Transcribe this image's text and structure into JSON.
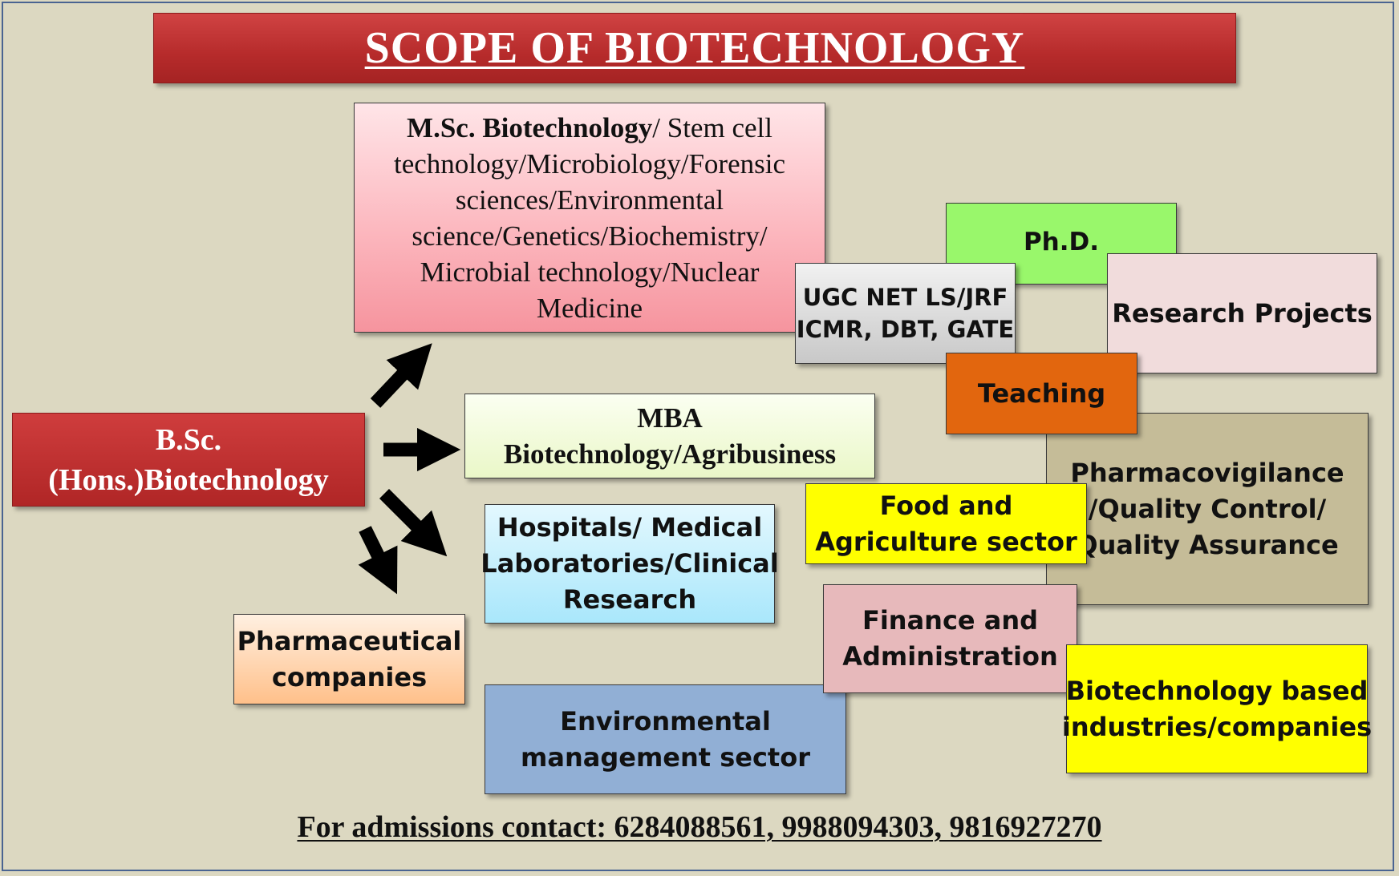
{
  "title": "SCOPE OF BIOTECHNOLOGY",
  "source_node": {
    "label": "B.Sc.\n(Hons.)Biotechnology"
  },
  "msc": {
    "bold": "M.Sc. Biotechnology",
    "rest": "/ Stem cell technology/Microbiology/Forensic sciences/Environmental science/Genetics/Biochemistry/ Microbial technology/Nuclear Medicine"
  },
  "mba": {
    "label": "MBA\nBiotechnology/Agribusiness"
  },
  "hospitals": {
    "label": "Hospitals/ Medical\nLaboratories/Clinical\nResearch"
  },
  "pharmaceutical": {
    "label": "Pharmaceutical\ncompanies"
  },
  "environmental": {
    "label": "Environmental\nmanagement sector"
  },
  "phd": {
    "label": "Ph.D."
  },
  "ugc": {
    "label": "UGC NET LS/JRF\nICMR, DBT, GATE"
  },
  "research": {
    "label": "Research Projects"
  },
  "teaching": {
    "label": "Teaching"
  },
  "pharmacovigilance": {
    "label": "Pharmacovigilance\n/Quality Control/\nQuality Assurance"
  },
  "food": {
    "label": "Food and\nAgriculture sector"
  },
  "finance": {
    "label": "Finance and\nAdministration"
  },
  "biotech_industries": {
    "label": "Biotechnology based\nindustries/companies"
  },
  "footer": {
    "contact": "For admissions contact:  6284088561, 9988094303, 9816927270"
  },
  "colors": {
    "title_red": "#b62b2b",
    "background": "#dcd8c1",
    "msc_pink": "#fcb8bf",
    "phd_green": "#99f76b",
    "teaching_orange": "#e2660e",
    "yellow": "#ffff00",
    "environmental_blue": "#91afd5",
    "pharmacovigilance_tan": "#c5bc98"
  }
}
